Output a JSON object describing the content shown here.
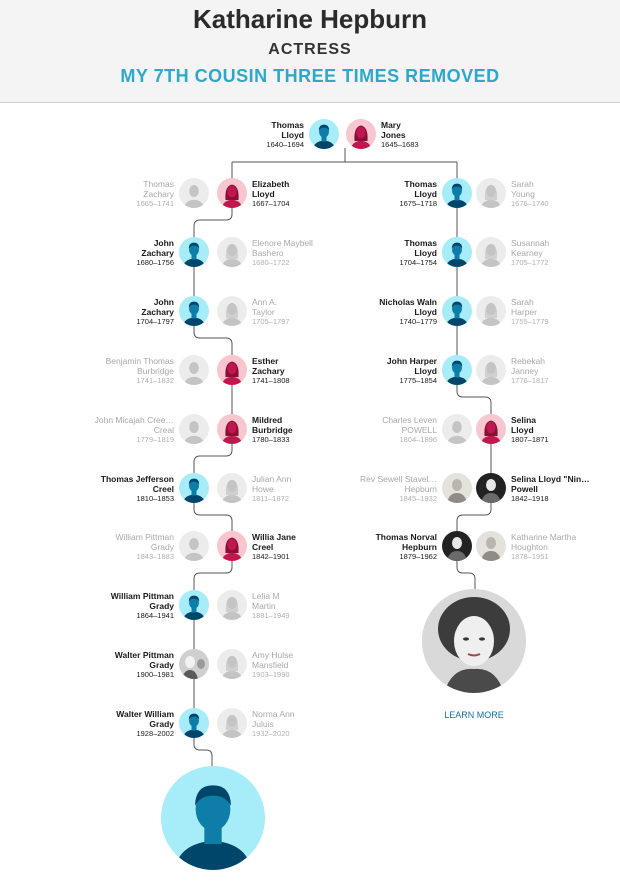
{
  "header": {
    "name": "Katharine Hepburn",
    "occupation": "ACTRESS",
    "relationship": "MY 7TH COUSIN THREE TIMES REMOVED"
  },
  "learn_more": "LEARN MORE",
  "colors": {
    "male": "#a6ecf9",
    "male_figure": "#0e7ea8",
    "female": "#f7c6cf",
    "female_figure": "#c0174f",
    "accent": "#2ea7c9"
  },
  "root": [
    {
      "name": "Thomas\nLloyd",
      "dates": "1640–1694"
    },
    {
      "name": "Mary\nJones",
      "dates": "1645–1683"
    }
  ],
  "left_line": [
    {
      "left": {
        "name": "Thomas\nZachary",
        "dates": "1665–1741",
        "dim": true
      },
      "right": {
        "name": "Elizabeth\nLloyd",
        "dates": "1667–1704"
      }
    },
    {
      "left": {
        "name": "John\nZachary",
        "dates": "1680–1756"
      },
      "right": {
        "name": "Elenore Maybell\nBashero",
        "dates": "1680–1722",
        "dim": true
      }
    },
    {
      "left": {
        "name": "John\nZachary",
        "dates": "1704–1797"
      },
      "right": {
        "name": "Ann A.\nTaylor",
        "dates": "1705–1797",
        "dim": true
      }
    },
    {
      "left": {
        "name": "Benjamin Thomas\nBurbridge",
        "dates": "1741–1832",
        "dim": true
      },
      "right": {
        "name": "Esther\nZachary",
        "dates": "1741–1808"
      }
    },
    {
      "left": {
        "name": "John Micajah Cree…\nCreal",
        "dates": "1779–1819",
        "dim": true
      },
      "right": {
        "name": "Mildred\nBurbridge",
        "dates": "1780–1833"
      }
    },
    {
      "left": {
        "name": "Thomas Jefferson\nCreel",
        "dates": "1810–1853"
      },
      "right": {
        "name": "Julian Ann\nHowe",
        "dates": "1811–1872",
        "dim": true
      }
    },
    {
      "left": {
        "name": "William Pittman\nGrady",
        "dates": "1843–1883",
        "dim": true
      },
      "right": {
        "name": "Willia Jane\nCreel",
        "dates": "1842–1901"
      }
    },
    {
      "left": {
        "name": "William Pittman\nGrady",
        "dates": "1864–1941"
      },
      "right": {
        "name": "Lelia M\nMartin",
        "dates": "1881–1949",
        "dim": true
      }
    },
    {
      "left": {
        "name": "Walter Pittman\nGrady",
        "dates": "1900–1981"
      },
      "right": {
        "name": "Amy Hulse\nMansfield",
        "dates": "1903–1990",
        "dim": true
      }
    },
    {
      "left": {
        "name": "Walter William\nGrady",
        "dates": "1928–2002"
      },
      "right": {
        "name": "Norma Ann\nJuluis",
        "dates": "1932–2020",
        "dim": true
      }
    }
  ],
  "right_line": [
    {
      "left": {
        "name": "Thomas\nLloyd",
        "dates": "1675–1718"
      },
      "right": {
        "name": "Sarah\nYoung",
        "dates": "1676–1740",
        "dim": true
      }
    },
    {
      "left": {
        "name": "Thomas\nLloyd",
        "dates": "1704–1754"
      },
      "right": {
        "name": "Susannah\nKearney",
        "dates": "1705–1772",
        "dim": true
      }
    },
    {
      "left": {
        "name": "Nicholas Waln\nLloyd",
        "dates": "1740–1779"
      },
      "right": {
        "name": "Sarah\nHarper",
        "dates": "1755–1779",
        "dim": true
      }
    },
    {
      "left": {
        "name": "John Harper\nLloyd",
        "dates": "1775–1854"
      },
      "right": {
        "name": "Rebekah\nJanney",
        "dates": "1776–1817",
        "dim": true
      }
    },
    {
      "left": {
        "name": "Charles Leven\nPOWELL",
        "dates": "1804–1896",
        "dim": true
      },
      "right": {
        "name": "Selina\nLloyd",
        "dates": "1807–1871"
      }
    },
    {
      "left": {
        "name": "Rev Sewell Stavel…\nHepburn",
        "dates": "1845–1932",
        "dim": true
      },
      "right": {
        "name": "Selina Lloyd \"Nin…\nPowell",
        "dates": "1842–1918"
      }
    },
    {
      "left": {
        "name": "Thomas Norval\nHepburn",
        "dates": "1879–1962"
      },
      "right": {
        "name": "Katharine Martha\nHoughton",
        "dates": "1878–1951",
        "dim": true
      }
    }
  ]
}
